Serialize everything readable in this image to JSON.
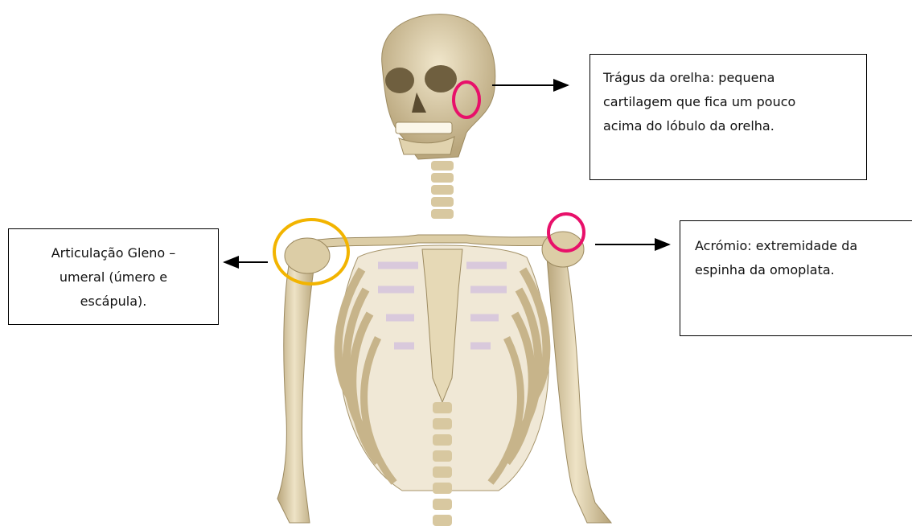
{
  "callouts": {
    "tragus": {
      "lines": [
        "Trágus da orelha: pequena",
        "cartilagem que fica um pouco",
        "acima do lóbulo da orelha."
      ],
      "marker_color": "#e8106a"
    },
    "acromio": {
      "lines": [
        "Acrómio: extremidade da",
        "espinha da omoplata."
      ],
      "marker_color": "#e8106a"
    },
    "gleno": {
      "lines": [
        "Articulação Gleno –",
        "umeral (úmero e",
        "escápula)."
      ],
      "marker_color": "#f2b400"
    }
  },
  "colors": {
    "bone": "#e3d6b2",
    "bone_shadow": "#b8a478",
    "cartilage": "#d9c9dc",
    "arrow": "#000000"
  }
}
